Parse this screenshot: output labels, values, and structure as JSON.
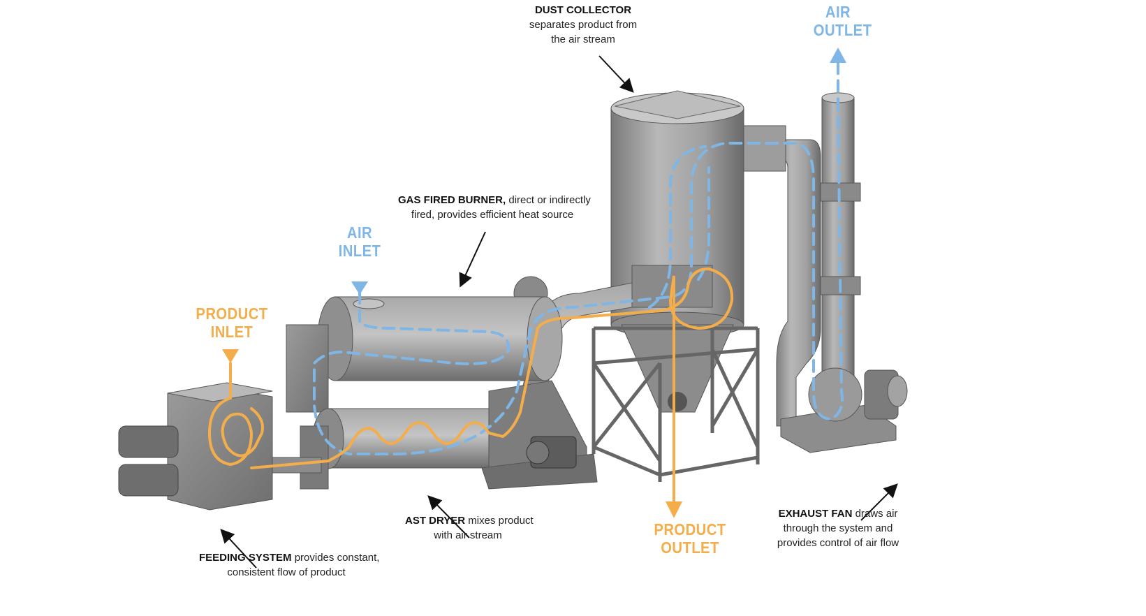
{
  "colors": {
    "air": "#7fb6e6",
    "product": "#f3ae4b",
    "metal": "#8f8f8f",
    "metal_dark": "#6d6d6d",
    "metal_light": "#b3b3b3",
    "caption_text": "#222222"
  },
  "flow_labels": {
    "air_outlet": [
      "AIR",
      "OUTLET"
    ],
    "air_inlet": [
      "AIR",
      "INLET"
    ],
    "product_inlet": [
      "PRODUCT",
      "INLET"
    ],
    "product_outlet": [
      "PRODUCT",
      "OUTLET"
    ]
  },
  "callouts": {
    "dust_collector": {
      "title": "DUST COLLECTOR",
      "lines": [
        "separates product from",
        "the air stream"
      ]
    },
    "gas_fired_burner": {
      "title": "GAS FIRED BURNER,",
      "line1_rest": " direct or indirectly",
      "line2": "fired, provides efficient heat source"
    },
    "ast_dryer": {
      "title": "AST DRYER",
      "line1_rest": " mixes product",
      "line2": "with air stream"
    },
    "feeding_system": {
      "title": "FEEDING SYSTEM",
      "line1_rest": " provides constant,",
      "line2": "consistent flow of product"
    },
    "exhaust_fan": {
      "title": "EXHAUST FAN",
      "line1_rest": " draws air",
      "line2": "through the system and",
      "line3": "provides control of air flow"
    }
  },
  "icons": [
    "dust-collector-icon",
    "exhaust-stack-icon",
    "exhaust-fan-icon",
    "dryer-drum-icon",
    "burner-drum-icon",
    "feed-hopper-icon",
    "motor-icon"
  ]
}
